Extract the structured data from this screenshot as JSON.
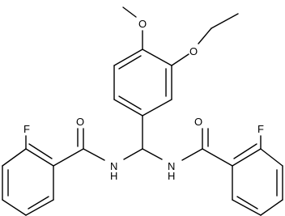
{
  "molecule": {
    "atoms": {
      "methyl_o": "O",
      "ethyl_o": "O",
      "amide_o_left": "O",
      "amide_o_right": "O",
      "nitrogen_left": "N",
      "nitrogen_left_h": "H",
      "nitrogen_right": "N",
      "nitrogen_right_h": "H",
      "fluorine_left": "F",
      "fluorine_right": "F"
    },
    "colors": {
      "bond": "#000000",
      "label": "#000000",
      "background": "#ffffff"
    }
  }
}
